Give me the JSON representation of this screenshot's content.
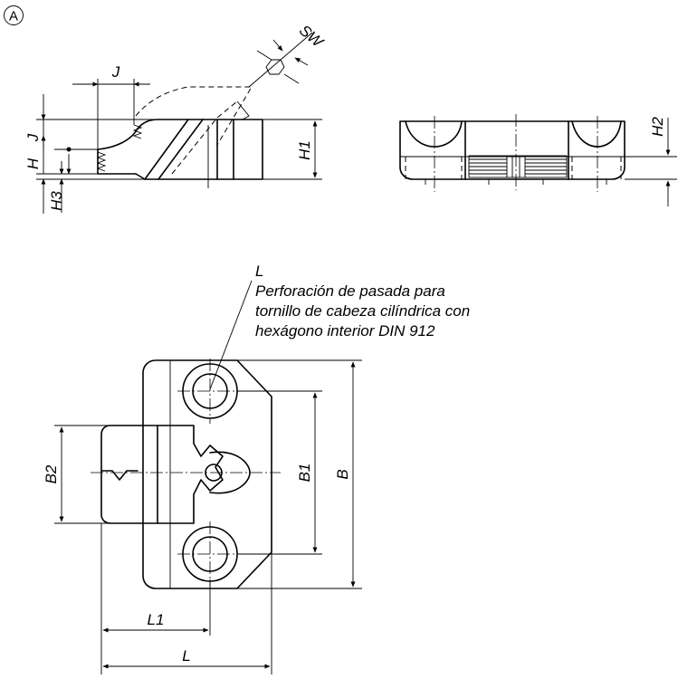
{
  "view_marker": "A",
  "note": {
    "ref": "L",
    "lines": [
      "Perforación de pasada para",
      "tornillo de cabeza cilíndrica con",
      "hexágono interior DIN 912"
    ]
  },
  "dimensions": {
    "sw": "SW",
    "j_top": "J",
    "j_side": "J",
    "h": "H",
    "h3": "H3",
    "h1": "H1",
    "h2": "H2",
    "b": "B",
    "b1": "B1",
    "b2": "B2",
    "l": "L",
    "l1": "L1"
  }
}
